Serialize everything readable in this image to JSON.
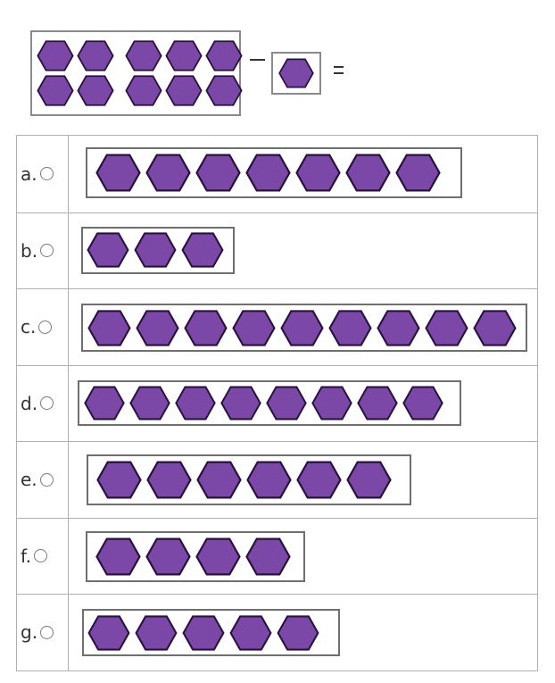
{
  "problem": {
    "ten_frame_count": 10,
    "subtract_count": 1,
    "minus_symbol": "−",
    "equals_symbol": "="
  },
  "shape": {
    "name": "hexagon",
    "fill": "#7b48a8",
    "stroke": "#2a1240"
  },
  "choices": [
    {
      "letter": "a.",
      "count": 7
    },
    {
      "letter": "b.",
      "count": 3
    },
    {
      "letter": "c.",
      "count": 9
    },
    {
      "letter": "d.",
      "count": 8
    },
    {
      "letter": "e.",
      "count": 6
    },
    {
      "letter": "f.",
      "count": 4
    },
    {
      "letter": "g.",
      "count": 5
    }
  ]
}
